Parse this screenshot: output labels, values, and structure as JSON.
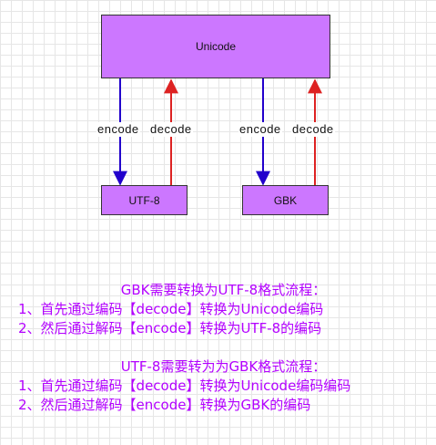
{
  "diagram": {
    "unicode_label": "Unicode",
    "utf8_label": "UTF-8",
    "gbk_label": "GBK",
    "encode_label": "encode",
    "decode_label": "decode",
    "colors": {
      "box_fill": "#cc77ff",
      "encode_arrow": "#2200cc",
      "decode_arrow": "#dd2222",
      "text": "#b300ff"
    }
  },
  "notes": {
    "gbk_to_utf8": {
      "title": "GBK需要转换为UTF-8格式流程：",
      "step1": "1、首先通过编码【decode】转换为Unicode编码",
      "step2": "2、然后通过解码【encode】转换为UTF-8的编码"
    },
    "utf8_to_gbk": {
      "title": "UTF-8需要转为为GBK格式流程：",
      "step1": "1、首先通过编码【decode】转换为Unicode编码编码",
      "step2": "2、然后通过解码【encode】转换为GBK的编码"
    }
  }
}
